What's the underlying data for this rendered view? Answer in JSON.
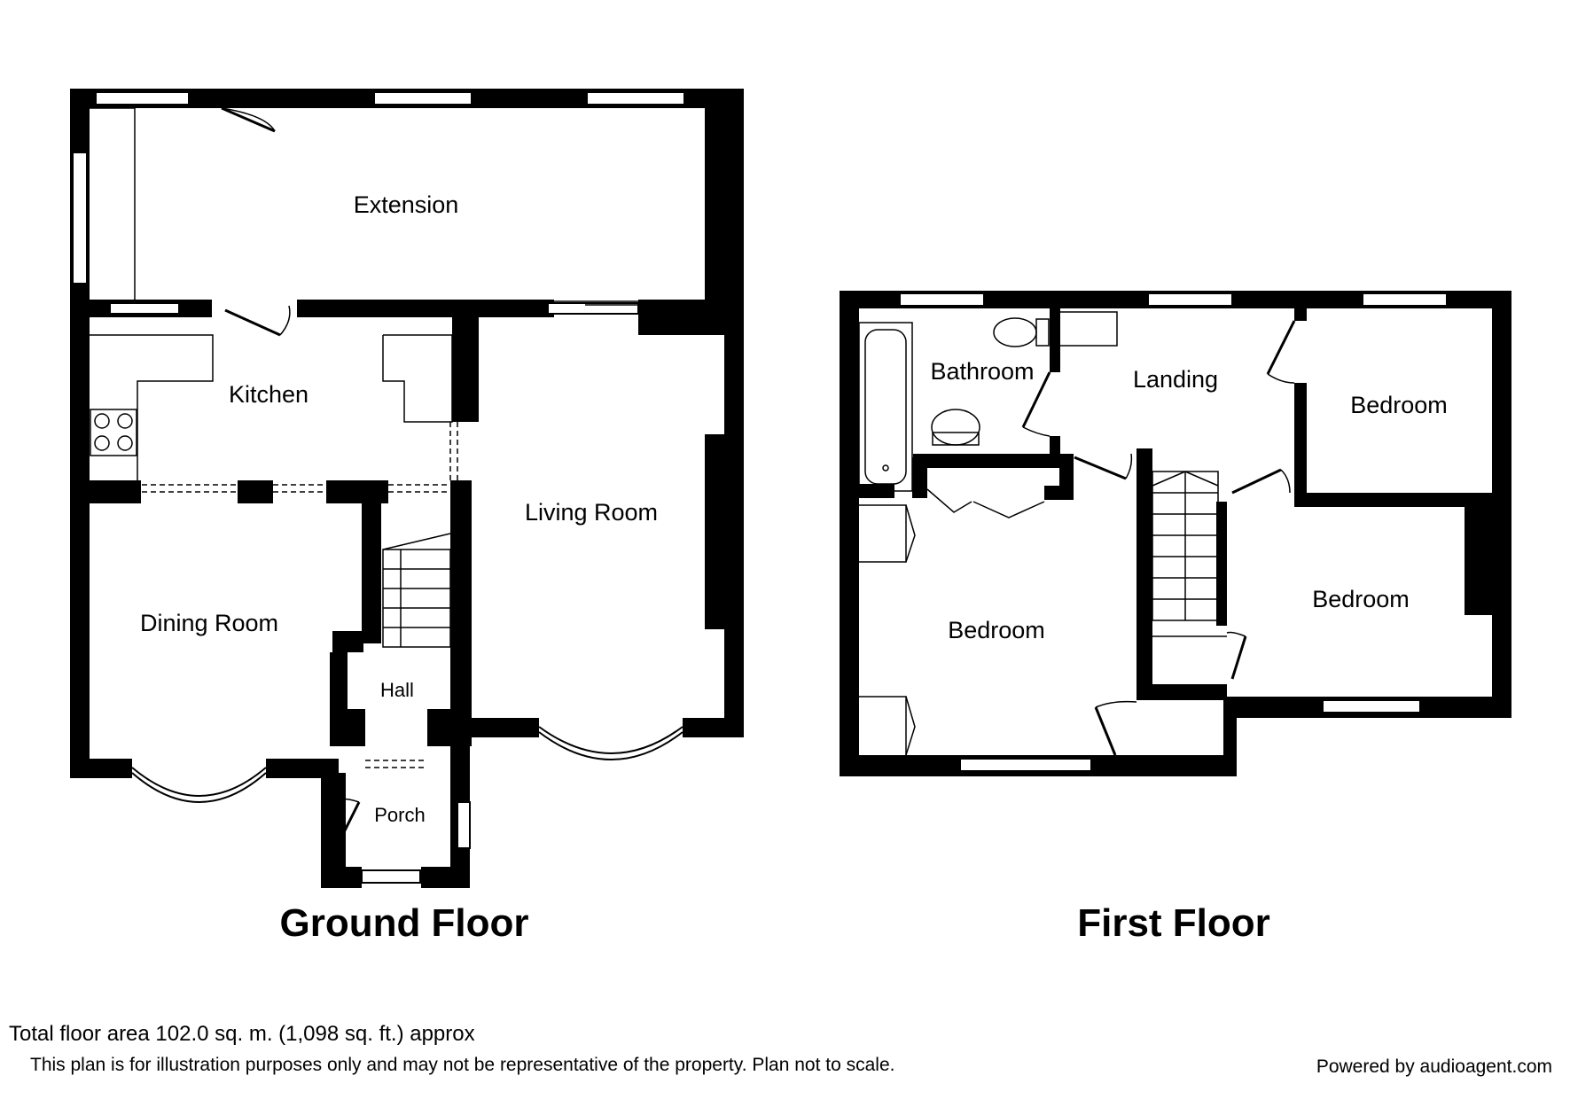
{
  "floors": {
    "ground": {
      "title": "Ground Floor",
      "rooms": {
        "extension": "Extension",
        "kitchen": "Kitchen",
        "living_room": "Living Room",
        "dining_room": "Dining Room",
        "hall": "Hall",
        "porch": "Porch"
      }
    },
    "first": {
      "title": "First Floor",
      "rooms": {
        "bathroom": "Bathroom",
        "landing": "Landing",
        "bedroom_rear": "Bedroom",
        "bedroom_front_left": "Bedroom",
        "bedroom_front_right": "Bedroom"
      }
    }
  },
  "footer": {
    "total_area": "Total floor area 102.0 sq. m. (1,098 sq. ft.) approx",
    "disclaimer": "This plan is for illustration purposes only and may not be representative of the property. Plan not to scale.",
    "credit": "Powered by audioagent.com"
  }
}
